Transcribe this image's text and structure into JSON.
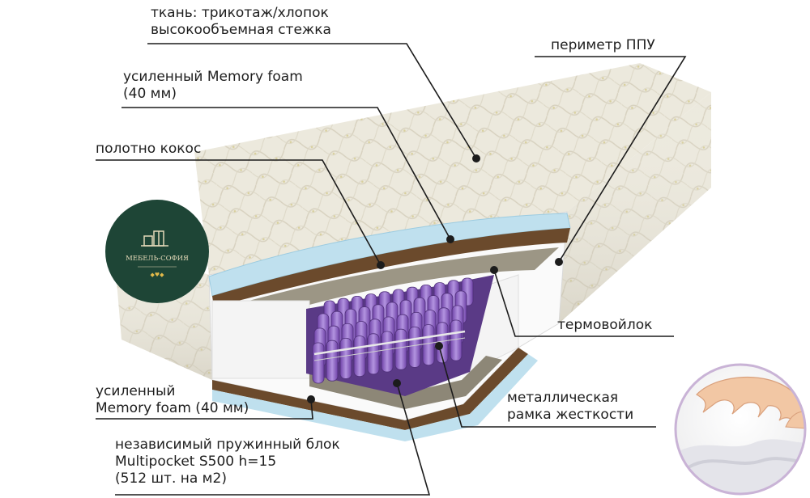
{
  "labels": {
    "fabric": [
      "ткань: трикотаж/хлопок",
      "высокообъемная стежка"
    ],
    "memory_top": [
      "усиленный Memory foam",
      "(40 мм)"
    ],
    "coconut": [
      "полотно кокос"
    ],
    "perimeter": [
      "периметр ППУ"
    ],
    "thermofelt": [
      "термовойлок"
    ],
    "metal_frame": [
      "металлическая",
      "рамка жесткости"
    ],
    "memory_bottom": [
      "усиленный",
      "Memory foam (40 мм)"
    ],
    "spring_block": [
      "независимый пружинный блок",
      "Multipocket S500 h=15",
      "(512 шт. на м2)"
    ]
  },
  "logo": {
    "name": "МЕБЕЛЬ-СОФИЯ"
  },
  "colors": {
    "logo_bg": "#1e4536",
    "springs": "#8a5cc0",
    "coconut": "#6b4a2c",
    "memory_foam": "#bfe0ee",
    "quilt_cover": "#ece9dd",
    "leader_line": "#1c1c1c",
    "inset_circle": "#c9b3d6"
  }
}
